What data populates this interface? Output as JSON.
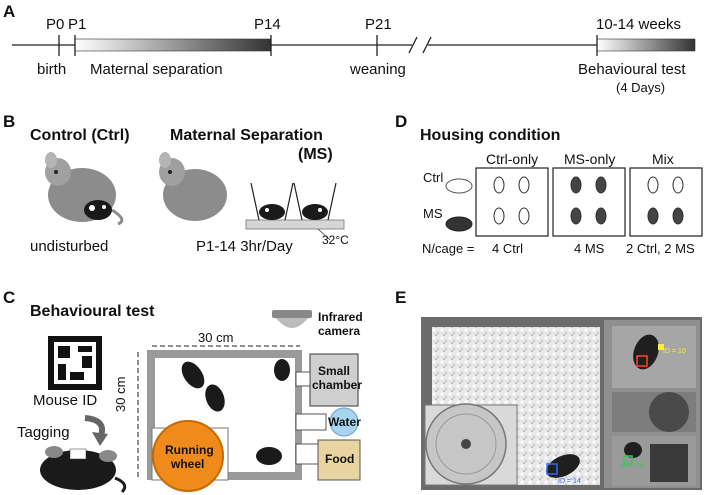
{
  "panels": {
    "a": {
      "letter": "A",
      "tick_labels": [
        "P0",
        "P1",
        "P14",
        "P21",
        "10-14 weeks"
      ],
      "below_labels": [
        "birth",
        "Maternal separation",
        "weaning",
        "Behavioural test",
        "(4 Days)"
      ]
    },
    "b": {
      "letter": "B",
      "control_title": "Control (Ctrl)",
      "ms_title_line1": "Maternal Separation",
      "ms_title_line2": "(MS)",
      "control_caption": "undisturbed",
      "ms_caption": "P1-14 3hr/Day",
      "temperature": "32°C"
    },
    "c": {
      "letter": "C",
      "title": "Behavioural test",
      "width_label": "30 cm",
      "height_label": "30 cm",
      "mouse_id_label": "Mouse ID",
      "tagging_label": "Tagging",
      "camera_label_line1": "Infrared",
      "camera_label_line2": "camera",
      "small_chamber_line1": "Small",
      "small_chamber_line2": "chamber",
      "water_label": "Water",
      "food_label": "Food",
      "wheel_line1": "Running",
      "wheel_line2": "wheel"
    },
    "d": {
      "letter": "D",
      "title": "Housing condition",
      "columns": [
        "Ctrl-only",
        "MS-only",
        "Mix"
      ],
      "legend_ctrl": "Ctrl",
      "legend_ms": "MS",
      "ncage_label": "N/cage =",
      "counts": [
        "4 Ctrl",
        "4 MS",
        "2 Ctrl, 2 MS"
      ]
    },
    "e": {
      "letter": "E",
      "id_labels": [
        "ID = 10",
        "ID = 13",
        "ID = 14"
      ],
      "id_colors": [
        "#ffee33",
        "#33cc55",
        "#3366ff"
      ]
    }
  }
}
